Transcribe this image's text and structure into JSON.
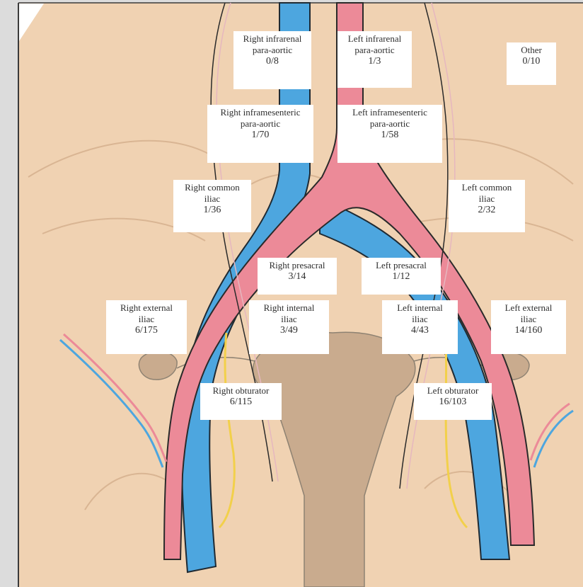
{
  "colors": {
    "background": "#f0d2b2",
    "artery": "#ec8a98",
    "vein": "#4da6df",
    "nerve": "#f2d04a",
    "outline": "#2a2a2a"
  },
  "nodes": [
    {
      "id": "right-infrarenal-para-aortic",
      "lines": [
        "Right infrarenal",
        "para-aortic"
      ],
      "count": "0/8"
    },
    {
      "id": "left-infrarenal-para-aortic",
      "lines": [
        "Left infrarenal",
        "para-aortic"
      ],
      "count": "1/3"
    },
    {
      "id": "other",
      "lines": [
        "Other"
      ],
      "count": "0/10"
    },
    {
      "id": "right-inframesenteric-para-aortic",
      "lines": [
        "Right inframesenteric",
        "para-aortic"
      ],
      "count": "1/70"
    },
    {
      "id": "left-inframesenteric-para-aortic",
      "lines": [
        "Left inframesenteric",
        "para-aortic"
      ],
      "count": "1/58"
    },
    {
      "id": "right-common-iliac",
      "lines": [
        "Right common",
        "iliac"
      ],
      "count": "1/36"
    },
    {
      "id": "left-common-iliac",
      "lines": [
        "Left common",
        "iliac"
      ],
      "count": "2/32"
    },
    {
      "id": "right-presacral",
      "lines": [
        "Right presacral"
      ],
      "count": "3/14"
    },
    {
      "id": "left-presacral",
      "lines": [
        "Left presacral"
      ],
      "count": "1/12"
    },
    {
      "id": "right-external-iliac",
      "lines": [
        "Right external",
        "iliac"
      ],
      "count": "6/175"
    },
    {
      "id": "right-internal-iliac",
      "lines": [
        "Right internal",
        "iliac"
      ],
      "count": "3/49"
    },
    {
      "id": "left-internal-iliac",
      "lines": [
        "Left internal",
        "iliac"
      ],
      "count": "4/43"
    },
    {
      "id": "left-external-iliac",
      "lines": [
        "Left external",
        "iliac"
      ],
      "count": "14/160"
    },
    {
      "id": "right-obturator",
      "lines": [
        "Right obturator"
      ],
      "count": "6/115"
    },
    {
      "id": "left-obturator",
      "lines": [
        "Left obturator"
      ],
      "count": "16/103"
    }
  ]
}
